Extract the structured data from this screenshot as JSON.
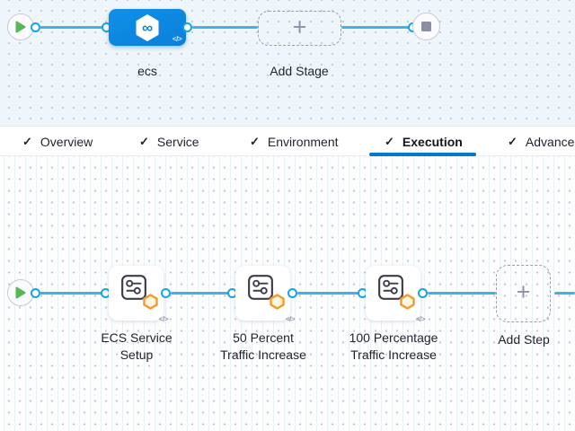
{
  "colors": {
    "connector_blue": "#3fb3e8",
    "port_blue": "#14a3e4",
    "stage_blue": "#0b86e0",
    "active_tab_underline": "#0278d5",
    "play_green": "#57b757",
    "badge_orange": "#f09b2d",
    "stop_gray": "#8b8da2"
  },
  "glyphs": {
    "check": "✓",
    "plus": "+",
    "code": "</>",
    "infinity": "∞"
  },
  "stage_canvas": {
    "stage_label": "ecs",
    "add_stage_label": "Add Stage"
  },
  "tab_bar": {
    "tabs": [
      {
        "label": "Overview",
        "checked": true,
        "active": false
      },
      {
        "label": "Service",
        "checked": true,
        "active": false
      },
      {
        "label": "Environment",
        "checked": true,
        "active": false
      },
      {
        "label": "Execution",
        "checked": true,
        "active": true
      },
      {
        "label": "Advanced",
        "checked": true,
        "active": false
      }
    ]
  },
  "execution_canvas": {
    "steps": [
      {
        "name_line1": "ECS Service",
        "name_line2": "Setup"
      },
      {
        "name_line1": "50 Percent",
        "name_line2": "Traffic Increase"
      },
      {
        "name_line1": "100 Percentage",
        "name_line2": "Traffic Increase"
      }
    ],
    "add_step_label": "Add Step"
  }
}
